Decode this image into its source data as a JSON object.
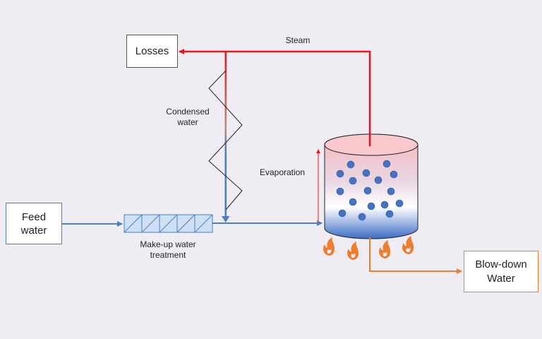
{
  "boxes": {
    "losses": "Losses",
    "feed_water_line1": "Feed",
    "feed_water_line2": "water",
    "blowdown_line1": "Blow-down",
    "blowdown_line2": "Water"
  },
  "labels": {
    "steam": "Steam",
    "condensed_line1": "Condensed",
    "condensed_line2": "water",
    "evaporation": "Evaporation",
    "makeup_line1": "Make-up water",
    "makeup_line2": "treatment"
  },
  "colors": {
    "background": "#efedf3",
    "steam_line": "#e8141c",
    "water_line": "#4a7fc5",
    "blowdown_line": "#ed7d31",
    "losses_border": "#e8141c",
    "feed_border": "#4a7fc5",
    "blowdown_border": "#ed7d31",
    "flame": "#ed7d31",
    "bubble": "#4472c4"
  }
}
